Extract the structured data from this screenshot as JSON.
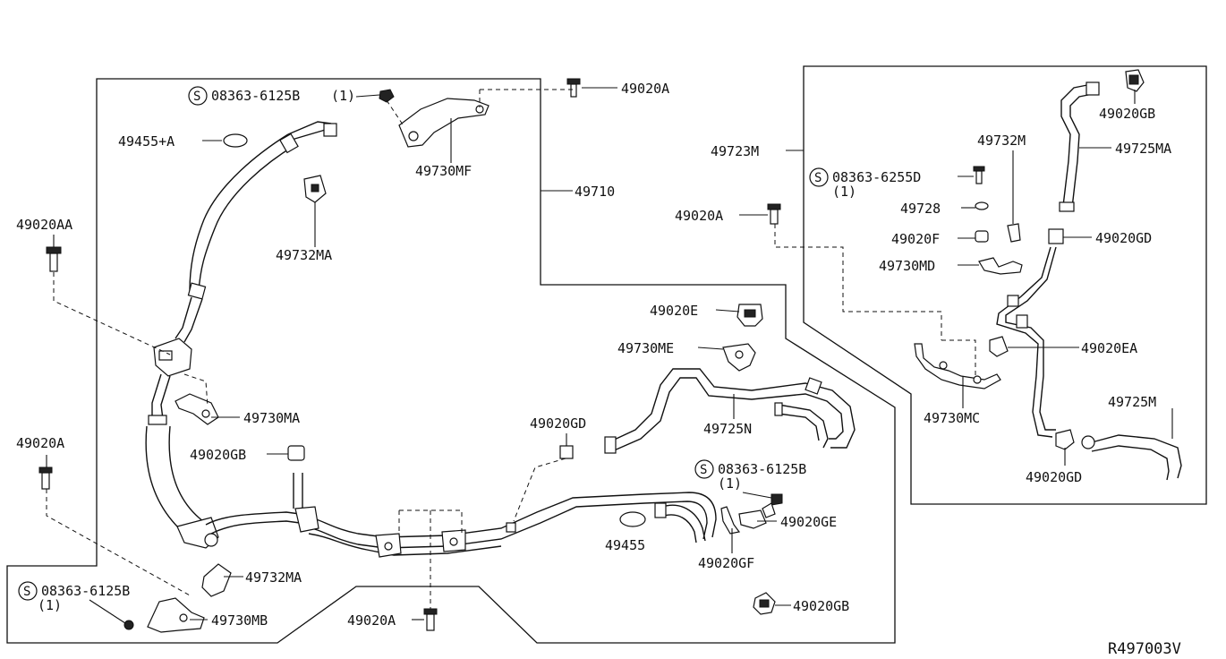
{
  "diagram_id": "R497003V",
  "callouts": {
    "c1": {
      "num": "08363-6125B",
      "qty": "(1)"
    },
    "c2": {
      "num": "49020A"
    },
    "c3": {
      "num": "49455+A"
    },
    "c4": {
      "num": "49730MF"
    },
    "c5": {
      "num": "49710"
    },
    "c6": {
      "num": "49732MA"
    },
    "c7": {
      "num": "49020AA"
    },
    "c8": {
      "num": "49730MA"
    },
    "c9": {
      "num": "49020A"
    },
    "c10": {
      "num": "49020GB"
    },
    "c11": {
      "num": "49732MA"
    },
    "c12": {
      "num": "08363-6125B",
      "qty": "(1)"
    },
    "c13": {
      "num": "49730MB"
    },
    "c14": {
      "num": "49020A"
    },
    "c15": {
      "num": "49020E"
    },
    "c16": {
      "num": "49730ME"
    },
    "c17": {
      "num": "49020GD"
    },
    "c18": {
      "num": "49725N"
    },
    "c19": {
      "num": "08363-6125B",
      "qty": "(1)"
    },
    "c20": {
      "num": "49020GE"
    },
    "c21": {
      "num": "49455"
    },
    "c22": {
      "num": "49020GF"
    },
    "c23": {
      "num": "49020GB"
    },
    "c24": {
      "num": "49723M"
    },
    "c25": {
      "num": "49732M"
    },
    "c26": {
      "num": "08363-6255D",
      "qty": "(1)"
    },
    "c27": {
      "num": "49728"
    },
    "c28": {
      "num": "49020F"
    },
    "c29": {
      "num": "49730MD"
    },
    "c30": {
      "num": "49020A"
    },
    "c31": {
      "num": "49020GB"
    },
    "c32": {
      "num": "49725MA"
    },
    "c33": {
      "num": "49020GD"
    },
    "c34": {
      "num": "49020EA"
    },
    "c35": {
      "num": "49730MC"
    },
    "c36": {
      "num": "49725M"
    },
    "c37": {
      "num": "49020GD"
    }
  },
  "symbols": {
    "s_mark": "S"
  }
}
